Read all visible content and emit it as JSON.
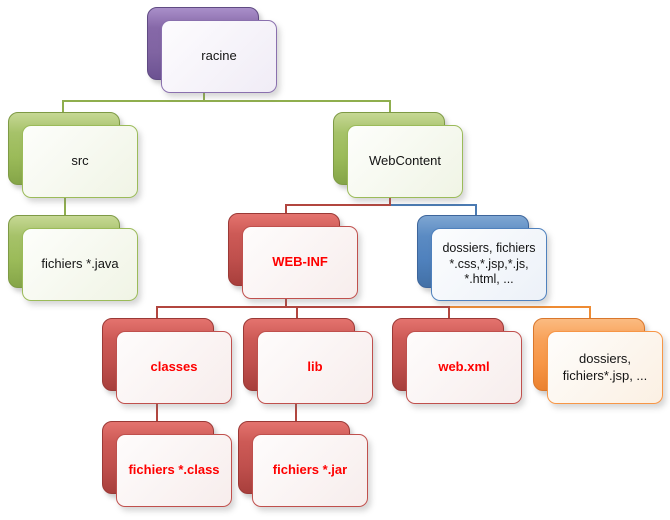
{
  "diagram": {
    "type": "tree",
    "description": "Java web project directory structure (French labels)",
    "palette": {
      "purple": "#8064A2",
      "green": "#9BBB59",
      "red": "#C0504D",
      "blue": "#4F81BD",
      "orange": "#F79646",
      "emphasis_text": "#FF0000",
      "normal_text": "#141414"
    },
    "nodes": {
      "racine": {
        "label": "racine",
        "color": "purple"
      },
      "src": {
        "label": "src",
        "color": "green"
      },
      "webcontent": {
        "label": "WebContent",
        "color": "green"
      },
      "fichiers_java": {
        "label": "fichiers *.java",
        "color": "green"
      },
      "web_inf": {
        "label": "WEB-INF",
        "color": "red"
      },
      "web_files": {
        "label": "dossiers, fichiers *.css,*.jsp,*.js, *.html, ...",
        "color": "blue"
      },
      "classes": {
        "label": "classes",
        "color": "red"
      },
      "lib": {
        "label": "lib",
        "color": "red"
      },
      "web_xml": {
        "label": "web.xml",
        "color": "red"
      },
      "jsp_files": {
        "label": "dossiers, fichiers*.jsp, ...",
        "color": "orange"
      },
      "fichiers_class": {
        "label": "fichiers *.class",
        "color": "red"
      },
      "fichiers_jar": {
        "label": "fichiers *.jar",
        "color": "red"
      }
    },
    "edges": [
      {
        "from": "racine",
        "to": "src"
      },
      {
        "from": "racine",
        "to": "webcontent"
      },
      {
        "from": "src",
        "to": "fichiers_java"
      },
      {
        "from": "webcontent",
        "to": "web_inf"
      },
      {
        "from": "webcontent",
        "to": "web_files"
      },
      {
        "from": "web_inf",
        "to": "classes"
      },
      {
        "from": "web_inf",
        "to": "lib"
      },
      {
        "from": "web_inf",
        "to": "web_xml"
      },
      {
        "from": "web_inf",
        "to": "jsp_files"
      },
      {
        "from": "classes",
        "to": "fichiers_class"
      },
      {
        "from": "lib",
        "to": "fichiers_jar"
      }
    ]
  }
}
